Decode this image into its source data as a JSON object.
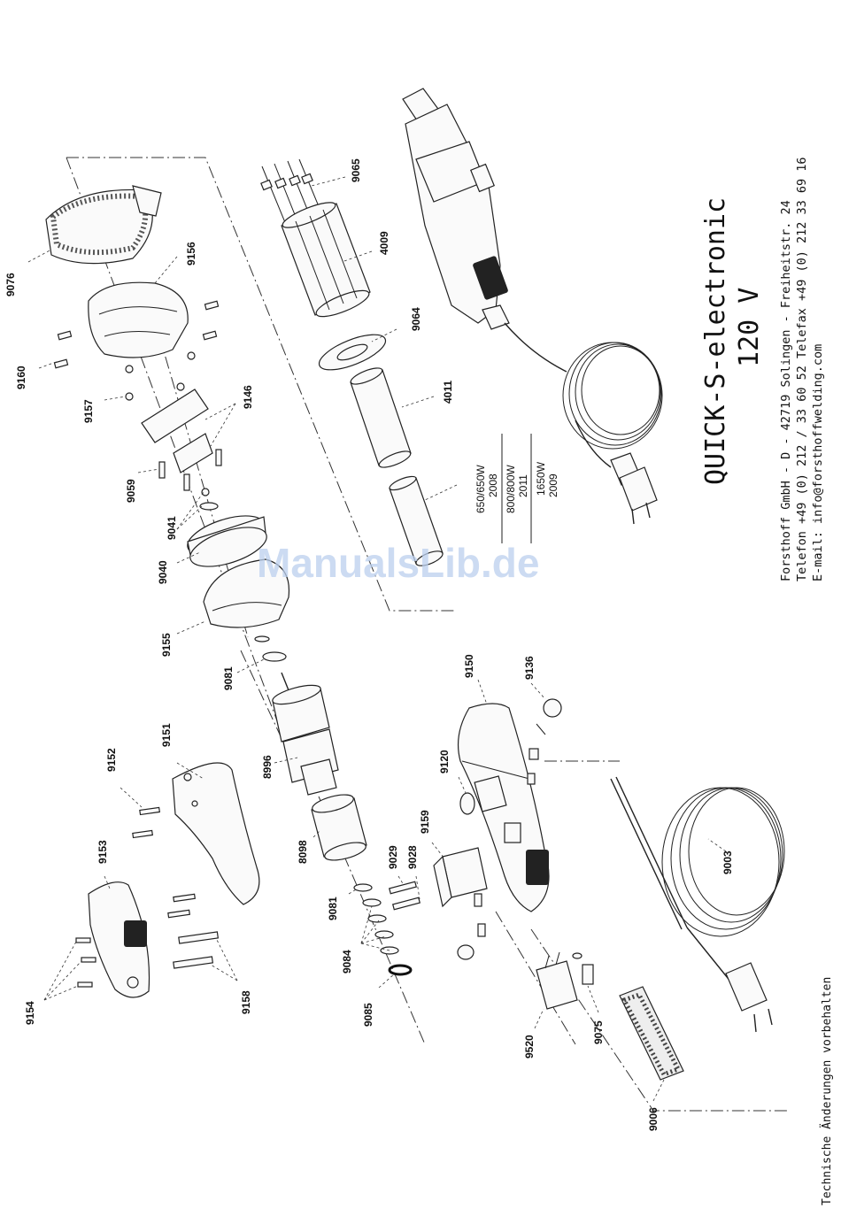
{
  "title": "QUICK-S-electronic",
  "voltage": "120 V",
  "company": {
    "line1": "Forsthoff GmbH - D - 42719 Solingen - Freiheitstr. 24",
    "line2": "Telefon +49 (0) 212 / 33 60 52 Telefax +49 (0) 212 33 69 16",
    "line3": "E-mail: info@forsthoffwelding.com"
  },
  "footer": "Technische Änderungen vorbehalten",
  "watermark": "ManualsLib.de",
  "wattage_table": {
    "r1a": "650/650W",
    "r1b": "2008",
    "r2a": "800/800W",
    "r2b": "2011",
    "r3a": "1650W",
    "r3b": "2009"
  },
  "parts": {
    "p9076": "9076",
    "p9156": "9156",
    "p9160": "9160",
    "p9157": "9157",
    "p9146": "9146",
    "p9059": "9059",
    "p9041": "9041",
    "p9040": "9040",
    "p9155": "9155",
    "p9081a": "9081",
    "p9065": "9065",
    "p4009": "4009",
    "p9064": "9064",
    "p4011": "4011",
    "p9151": "9151",
    "p9152": "9152",
    "p8996": "8996",
    "p9153": "9153",
    "p8098": "8098",
    "p9029": "9029",
    "p9028": "9028",
    "p9159": "9159",
    "p9120": "9120",
    "p9150": "9150",
    "p9136": "9136",
    "p9003": "9003",
    "p9081b": "9081",
    "p9084": "9084",
    "p9085": "9085",
    "p9154": "9154",
    "p9158": "9158",
    "p9520": "9520",
    "p9075": "9075",
    "p9006": "9006"
  }
}
